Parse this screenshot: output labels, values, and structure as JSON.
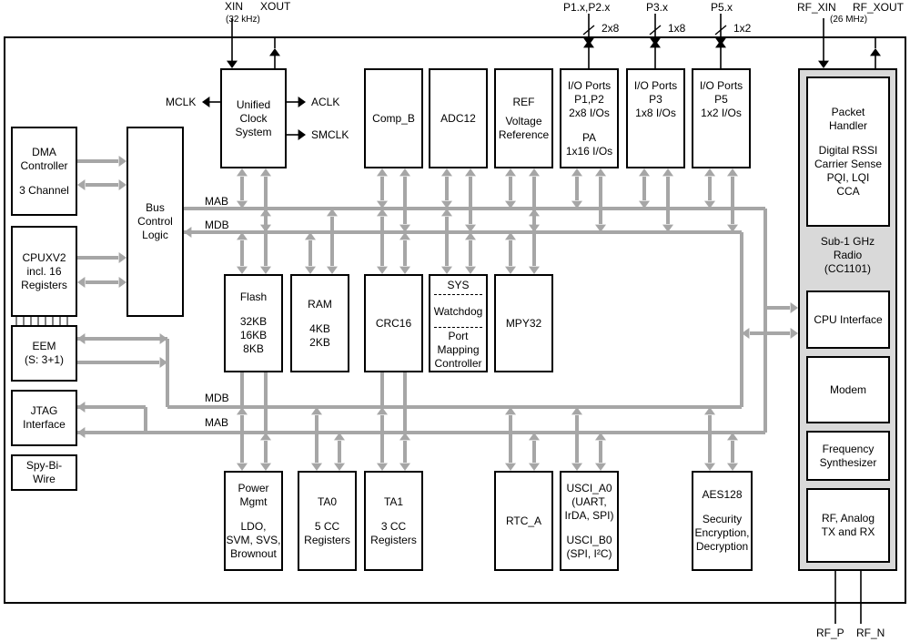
{
  "pins": {
    "xin": "XIN",
    "xout": "XOUT",
    "lf_freq": "(32 kHz)",
    "p1p2": "P1.x,P2.x",
    "p3": "P3.x",
    "p5": "P5.x",
    "w_p1p2": "2x8",
    "w_p3": "1x8",
    "w_p5": "1x2",
    "rf_xin": "RF_XIN",
    "rf_xout": "RF_XOUT",
    "rf_freq": "(26 MHz)",
    "rf_p": "RF_P",
    "rf_n": "RF_N"
  },
  "clock_outputs": {
    "mclk": "MCLK",
    "aclk": "ACLK",
    "smclk": "SMCLK"
  },
  "buses": {
    "mab_top": "MAB",
    "mdb_top": "MDB",
    "mdb_bottom": "MDB",
    "mab_bottom": "MAB"
  },
  "blocks": {
    "dma": [
      "DMA",
      "Controller",
      "",
      "3 Channel"
    ],
    "cpu": [
      "CPUXV2",
      "incl. 16",
      "Registers"
    ],
    "eem": [
      "EEM",
      "(S: 3+1)"
    ],
    "jtag": [
      "JTAG",
      "Interface"
    ],
    "spybiwire": [
      "Spy-Bi-",
      "Wire"
    ],
    "bus_control": [
      "Bus",
      "Control",
      "Logic"
    ],
    "ucs": [
      "Unified",
      "Clock",
      "System"
    ],
    "comp_b": [
      "Comp_B"
    ],
    "adc12": [
      "ADC12"
    ],
    "ref": [
      "REF",
      "Voltage",
      "Reference"
    ],
    "io_p1p2": [
      "I/O Ports",
      "P1,P2",
      "2x8 I/Os",
      "",
      "PA",
      "1x16 I/Os"
    ],
    "io_p3": [
      "I/O Ports",
      "P3",
      "1x8 I/Os"
    ],
    "io_p5": [
      "I/O Ports",
      "P5",
      "1x2 I/Os"
    ],
    "flash": [
      "Flash",
      "",
      "32KB",
      "16KB",
      "8KB"
    ],
    "ram": [
      "RAM",
      "",
      "4KB",
      "2KB"
    ],
    "crc16": [
      "CRC16"
    ],
    "sys": [
      "SYS"
    ],
    "watchdog": [
      "Watchdog"
    ],
    "portmap": [
      "Port",
      "Mapping",
      "Controller"
    ],
    "mpy32": [
      "MPY32"
    ],
    "power": [
      "Power",
      "Mgmt",
      "",
      "LDO,",
      "SVM, SVS,",
      "Brownout"
    ],
    "ta0": [
      "TA0",
      "",
      "5 CC",
      "Registers"
    ],
    "ta1": [
      "TA1",
      "",
      "3 CC",
      "Registers"
    ],
    "rtc": [
      "RTC_A"
    ],
    "usci": [
      "USCI_A0",
      "(UART,",
      "IrDA, SPI)",
      "",
      "USCI_B0",
      "(SPI, I²C)"
    ],
    "aes": [
      "AES128",
      "",
      "Security",
      "Encryption,",
      "Decryption"
    ]
  },
  "radio": {
    "title": [
      "Sub-1 GHz",
      "Radio",
      "(CC1101)"
    ],
    "packet_handler": [
      "Packet",
      "Handler",
      "",
      "Digital RSSI",
      "Carrier Sense",
      "PQI, LQI",
      "CCA"
    ],
    "cpu_interface": [
      "CPU Interface"
    ],
    "modem": [
      "Modem"
    ],
    "freq_synth": [
      "Frequency",
      "Synthesizer"
    ],
    "rf_analog": [
      "RF, Analog",
      "TX and RX"
    ]
  },
  "colors": {
    "line": "#000000",
    "bus": "#a6a6a6",
    "radio_fill": "#d9d9d9"
  }
}
